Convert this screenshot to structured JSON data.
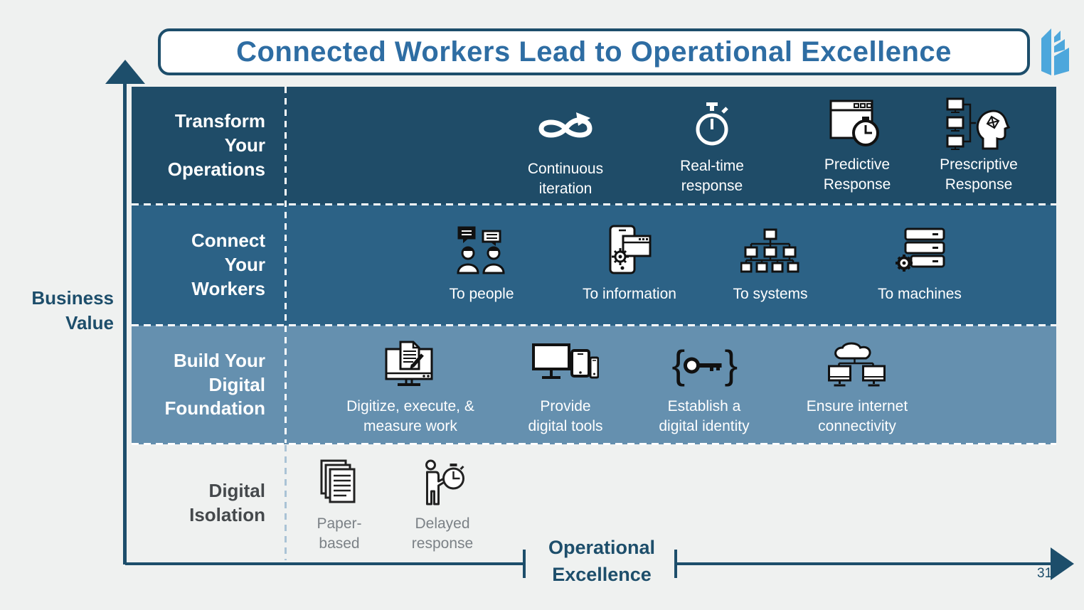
{
  "title": "Connected Workers Lead to Operational Excellence",
  "page_number": "31",
  "axes": {
    "y_label": "Business Value",
    "x_label": "Operational Excellence"
  },
  "logo": {
    "icon": "company-logo-icon",
    "color": "#4da7dc"
  },
  "colors": {
    "background": "#eff1f0",
    "accent_dark_blue": "#1d4e6b",
    "title_text_blue": "#2e6da3",
    "row1_bg": "#1f4c68",
    "row2_bg": "#2c6286",
    "row3_bg": "#6590af",
    "row4_label_text": "#45494c",
    "row4_caption_text": "#7b8186",
    "logo_blue": "#4da7dc"
  },
  "rows": [
    {
      "label": "Transform Your Operations",
      "bg_color": "#1f4c68",
      "items": [
        {
          "icon": "continuous-iteration-icon",
          "label": "Continuous iteration"
        },
        {
          "icon": "real-time-response-icon",
          "label": "Real-time response"
        },
        {
          "icon": "predictive-response-icon",
          "label": "Predictive Response"
        },
        {
          "icon": "prescriptive-response-icon",
          "label": "Prescriptive Response"
        }
      ]
    },
    {
      "label": "Connect Your Workers",
      "bg_color": "#2c6286",
      "items": [
        {
          "icon": "people-chat-icon",
          "label": "To people"
        },
        {
          "icon": "phone-information-icon",
          "label": "To information"
        },
        {
          "icon": "systems-hierarchy-icon",
          "label": "To systems"
        },
        {
          "icon": "machines-server-gear-icon",
          "label": "To machines"
        }
      ]
    },
    {
      "label": "Build Your Digital Foundation",
      "bg_color": "#6590af",
      "items": [
        {
          "icon": "digitize-work-icon",
          "label": "Digitize, execute, & measure work"
        },
        {
          "icon": "digital-tools-icon",
          "label": "Provide digital tools"
        },
        {
          "icon": "digital-identity-key-icon",
          "label": "Establish a digital identity"
        },
        {
          "icon": "internet-connectivity-icon",
          "label": "Ensure internet connectivity"
        }
      ]
    },
    {
      "label": "Digital Isolation",
      "bg_color": "transparent",
      "items": [
        {
          "icon": "paper-stack-icon",
          "label": "Paper-based"
        },
        {
          "icon": "delayed-response-icon",
          "label": "Delayed response"
        }
      ]
    }
  ]
}
